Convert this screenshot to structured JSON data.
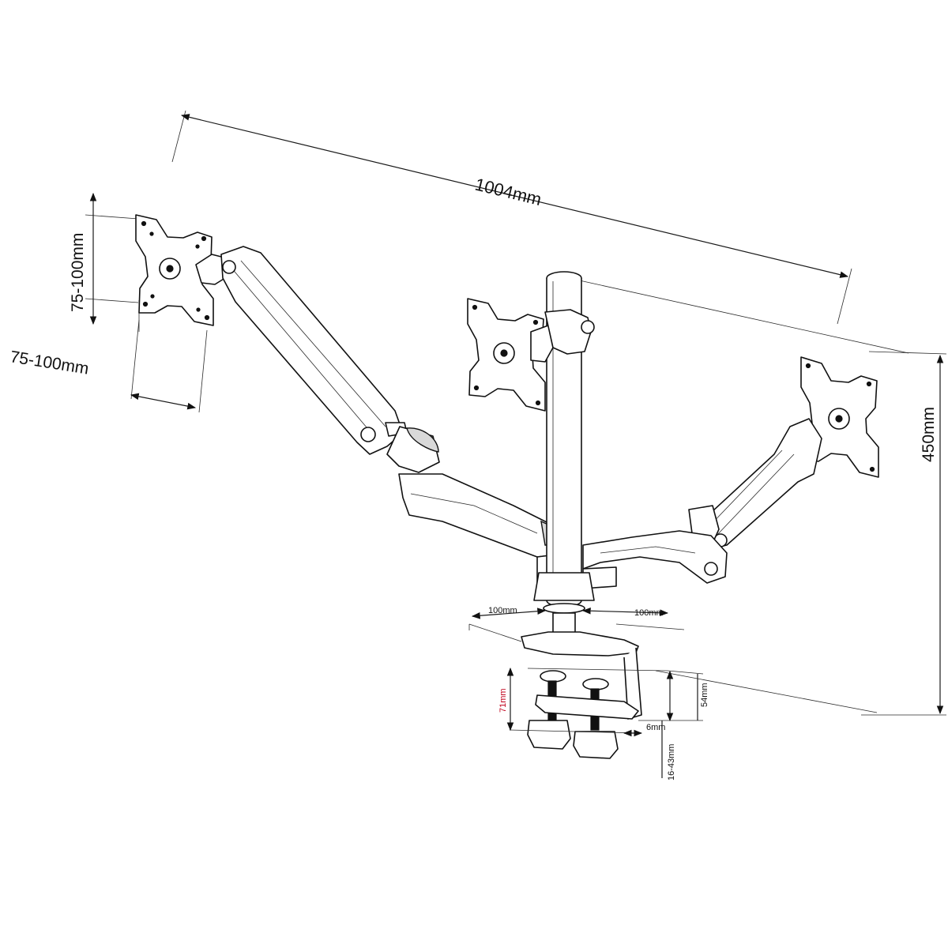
{
  "dimensions": {
    "total_width": "1004mm",
    "vesa_height": "75-100mm",
    "vesa_width": "75-100mm",
    "total_height": "450mm",
    "base_left": "100mm",
    "base_right": "100mm",
    "clamp_range": "71mm",
    "clamp_depth": "54mm",
    "clamp_lip": "6mm",
    "desk_thickness": "16-43mm"
  },
  "colors": {
    "line": "#111111",
    "accent_red": "#c0001a",
    "fill": "#d9d9d9"
  }
}
